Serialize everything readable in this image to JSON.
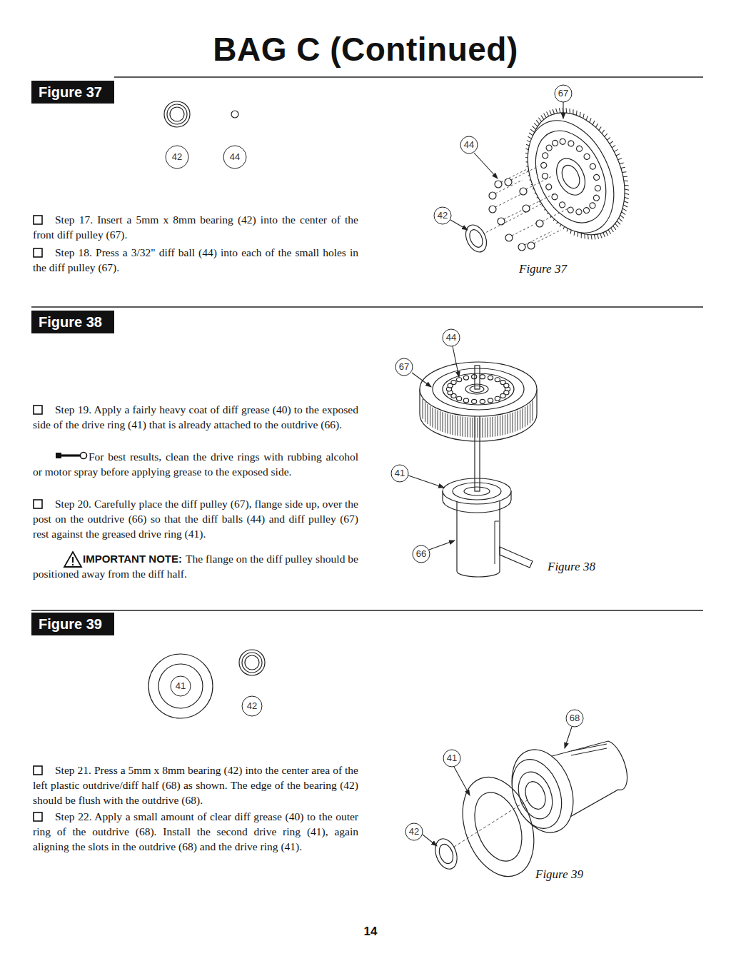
{
  "diagram": {
    "title": "BAG C (Continued)",
    "nodes": [
      {
        "text": [
          "Figure 37"
        ]
      },
      {
        "text": [
          "Figure 38"
        ]
      },
      {
        "text": [
          "Figure 39"
        ]
      }
    ],
    "labels": [
      "42",
      "44",
      "Step 17. Insert a 5mm x 8mm bearing (42) into the center of the front diff pulley (67).",
      "Step 18. Press a 3/32\" diff ball (44) into each of the small holes in the diff pulley (67).",
      "67",
      "44",
      "42",
      "Figure 37",
      "Step 19. Apply a fairly heavy coat of diff grease (40) to the exposed side of the drive ring (41) that is already attached to the outdrive (66).",
      "For best results, clean the drive rings with rubbing alcohol or motor spray before applying grease to the exposed side.",
      "Step 20. Carefully place the diff pulley (67), flange side up, over the post on the outdrive (66) so that the diff balls (44) and diff pulley (67) rest against the greased drive ring (41).",
      "IMPORTANT NOTE:",
      "The flange on the diff pulley should be positioned away from the diff half.",
      "44",
      "67",
      "41",
      "66",
      "Figure 38",
      "41",
      "42",
      "Step 21. Press a 5mm x 8mm bearing (42) into the center area of the left plastic outdrive/diff half (68) as shown. The edge of the bearing (42) should be flush with the outdrive (68).",
      "Step 22. Apply a small amount of clear diff grease (40) to the outer ring of the outdrive (68). Install the second drive ring (41), again aligning the slots in the outdrive (68) and the drive ring (41).",
      "68",
      "41",
      "42",
      "Figure 39",
      "14"
    ]
  }
}
